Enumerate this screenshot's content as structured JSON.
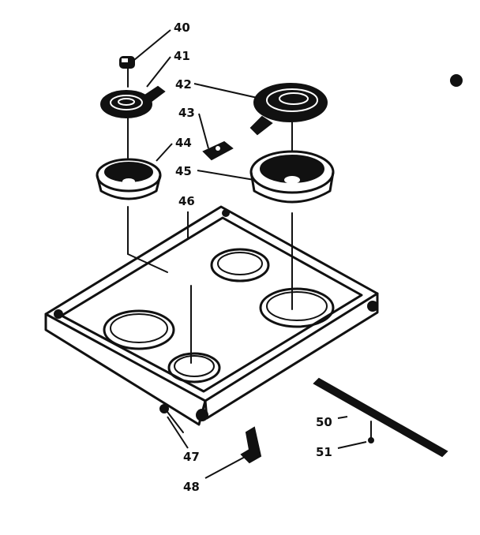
{
  "callouts": [
    {
      "id": "c40",
      "text": "40"
    },
    {
      "id": "c41",
      "text": "41"
    },
    {
      "id": "c42",
      "text": "42"
    },
    {
      "id": "c43",
      "text": "43"
    },
    {
      "id": "c44",
      "text": "44"
    },
    {
      "id": "c45",
      "text": "45"
    },
    {
      "id": "c46",
      "text": "46"
    },
    {
      "id": "c47",
      "text": "47"
    },
    {
      "id": "c48",
      "text": "48"
    },
    {
      "id": "c50",
      "text": "50"
    },
    {
      "id": "c51",
      "text": "51"
    }
  ]
}
